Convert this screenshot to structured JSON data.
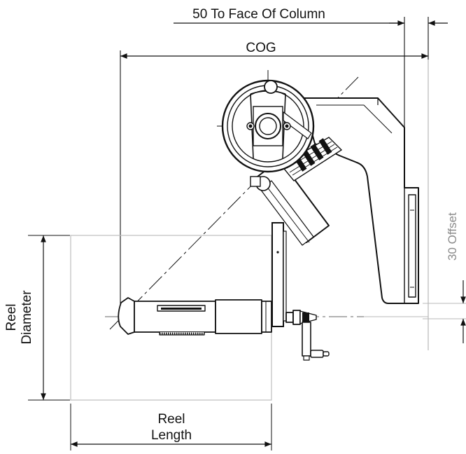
{
  "labels": {
    "face_of_column": "50 To Face Of Column",
    "cog": "COG",
    "offset": "30 Offset",
    "reel_diameter_line1": "Reel",
    "reel_diameter_line2": "Diameter",
    "reel_length_line1": "Reel",
    "reel_length_line2": "Length"
  },
  "colors": {
    "line": "#111111",
    "light_line": "#b8b8b8",
    "offset_text": "#8a8a8a"
  }
}
